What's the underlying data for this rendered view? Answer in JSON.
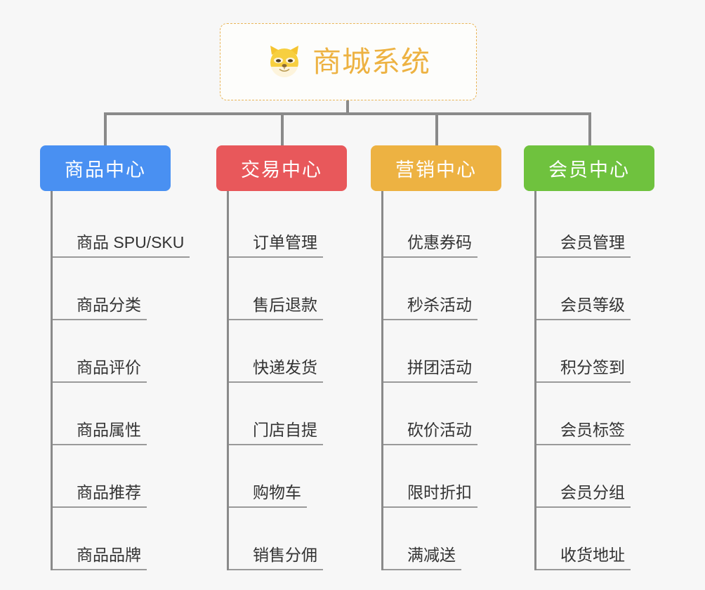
{
  "diagram": {
    "type": "mindmap",
    "background_color": "#f7f7f7",
    "root": {
      "title": "商城系统",
      "icon": "shiba-dog-face-emoji",
      "text_color": "#edb242",
      "border_color": "#e9b558"
    },
    "branches": [
      {
        "label": "商品中心",
        "color": "#4990f2",
        "leaves": [
          "商品 SPU/SKU",
          "商品分类",
          "商品评价",
          "商品属性",
          "商品推荐",
          "商品品牌"
        ]
      },
      {
        "label": "交易中心",
        "color": "#e8585b",
        "leaves": [
          "订单管理",
          "售后退款",
          "快递发货",
          "门店自提",
          "购物车",
          "销售分佣"
        ]
      },
      {
        "label": "营销中心",
        "color": "#edb242",
        "leaves": [
          "优惠券码",
          "秒杀活动",
          "拼团活动",
          "砍价活动",
          "限时折扣",
          "满减送"
        ]
      },
      {
        "label": "会员中心",
        "color": "#6fc23e",
        "leaves": [
          "会员管理",
          "会员等级",
          "积分签到",
          "会员标签",
          "会员分组",
          "收货地址"
        ]
      }
    ]
  }
}
